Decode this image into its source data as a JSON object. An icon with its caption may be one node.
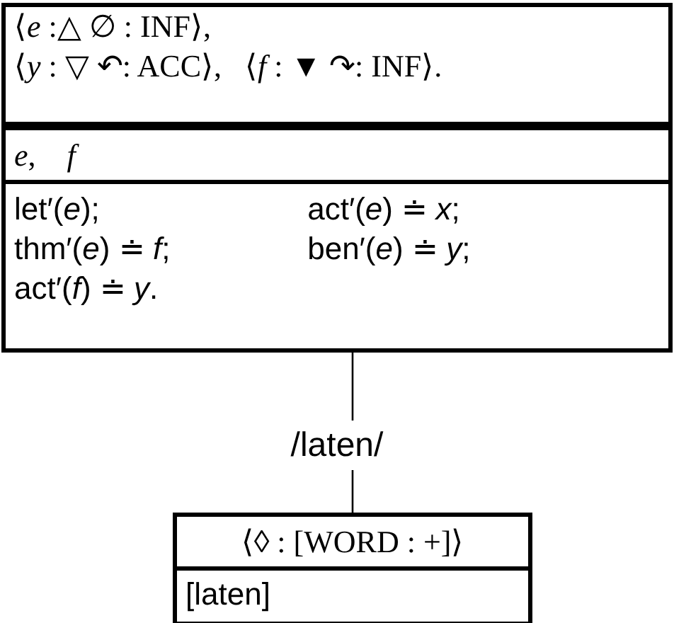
{
  "diagram": {
    "nodes": [
      {
        "text": [
          "⟨*e* :△ ∅ : INF⟩,",
          "⟨*y* : ▽ ↶: ACC⟩,",
          "⟨*f* : ▼ ↷: INF⟩."
        ]
      },
      {
        "text": [
          "*e*,    *f*",
          "let′(*e*);",
          "act′(*e*) ≐ *x*;",
          "thm′(*e*) ≐ *f*;",
          "ben′(*e*) ≐ *y*;",
          "act′(*f*) ≐ *y*."
        ]
      },
      {
        "text": [
          "⟨◊ : [WORD : +]⟩",
          "[laten]"
        ]
      }
    ],
    "edges": [
      {
        "from": 1,
        "to": 2,
        "arrow": "none",
        "label": "/laten/"
      }
    ]
  }
}
